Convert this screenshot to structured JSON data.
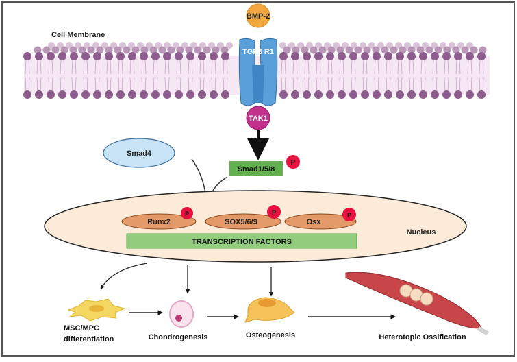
{
  "labels": {
    "cell_membrane": "Cell Membrane",
    "ligand": "BMP-2",
    "receptor": "TGFβ R1",
    "kinase": "TAK1",
    "smad4": "Smad4",
    "smad158": "Smad1/5/8",
    "phospho": "P",
    "runx2": "Runx2",
    "sox": "SOX5/6/9",
    "osx": "Osx",
    "transcription_factors": "TRANSCRIPTION FACTORS",
    "nucleus": "Nucleus",
    "msc_line1": "MSC/MPC",
    "msc_line2": "differentiation",
    "chondrogenesis": "Chondrogenesis",
    "osteogenesis": "Osteogenesis",
    "heterotopic": "Heterotopic Ossification"
  },
  "colors": {
    "ligand": "#f3a93f",
    "receptor": "#5a9fd8",
    "kinase": "#c2318c",
    "smad4": "#c9e3f6",
    "green_box": "#62b04e",
    "tf_box": "#92cd7e",
    "phospho": "#e8103f",
    "tf_ellipse": "#e49a68",
    "nucleus": "#fbebd8",
    "membrane_head": "#8d5d8e",
    "membrane_body": "#f6e7f5"
  }
}
